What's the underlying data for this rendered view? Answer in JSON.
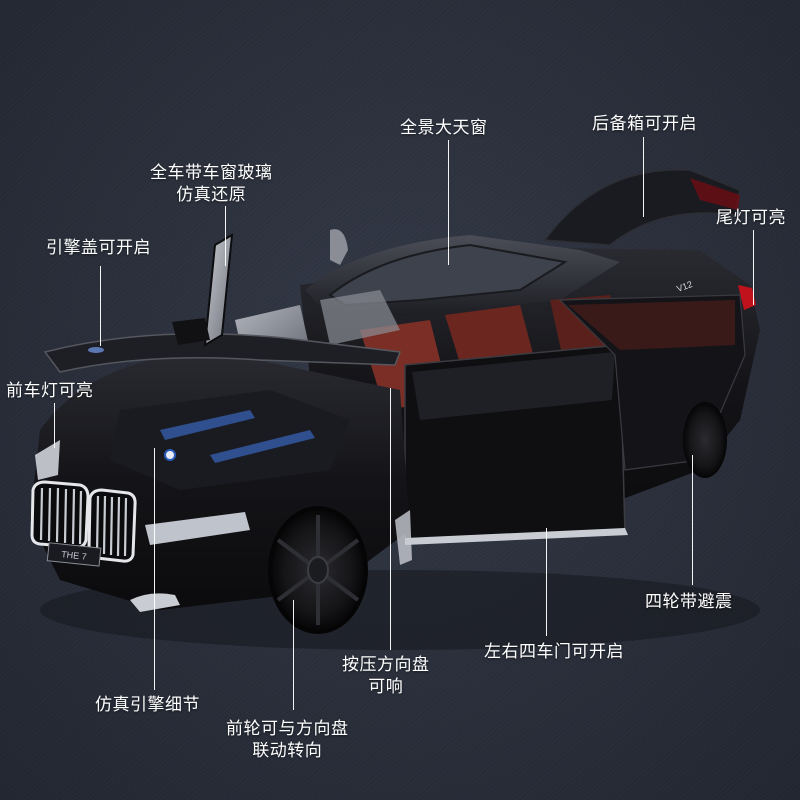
{
  "product": {
    "type": "die-cast model car",
    "plate_text": "THE 7",
    "badge_text": "V12",
    "body_color": "#121216",
    "interior_color": "#7a2e26",
    "taillight_color": "#c0121c"
  },
  "background_color": "#2a2f3a",
  "label_color": "#ffffff",
  "callouts": [
    {
      "id": "glass",
      "lines": [
        "全车带车窗玻璃",
        "仿真还原"
      ]
    },
    {
      "id": "sunroof",
      "lines": [
        "全景大天窗"
      ]
    },
    {
      "id": "trunk",
      "lines": [
        "后备箱可开启"
      ]
    },
    {
      "id": "taillight",
      "lines": [
        "尾灯可亮"
      ]
    },
    {
      "id": "hood",
      "lines": [
        "引擎盖可开启"
      ]
    },
    {
      "id": "headlight",
      "lines": [
        "前车灯可亮"
      ]
    },
    {
      "id": "engine",
      "lines": [
        "仿真引擎细节"
      ]
    },
    {
      "id": "steering",
      "lines": [
        "前轮可与方向盘",
        "联动转向"
      ]
    },
    {
      "id": "horn",
      "lines": [
        "按压方向盘",
        "可响"
      ]
    },
    {
      "id": "doors",
      "lines": [
        "左右四车门可开启"
      ]
    },
    {
      "id": "suspension",
      "lines": [
        "四轮带避震"
      ]
    }
  ]
}
